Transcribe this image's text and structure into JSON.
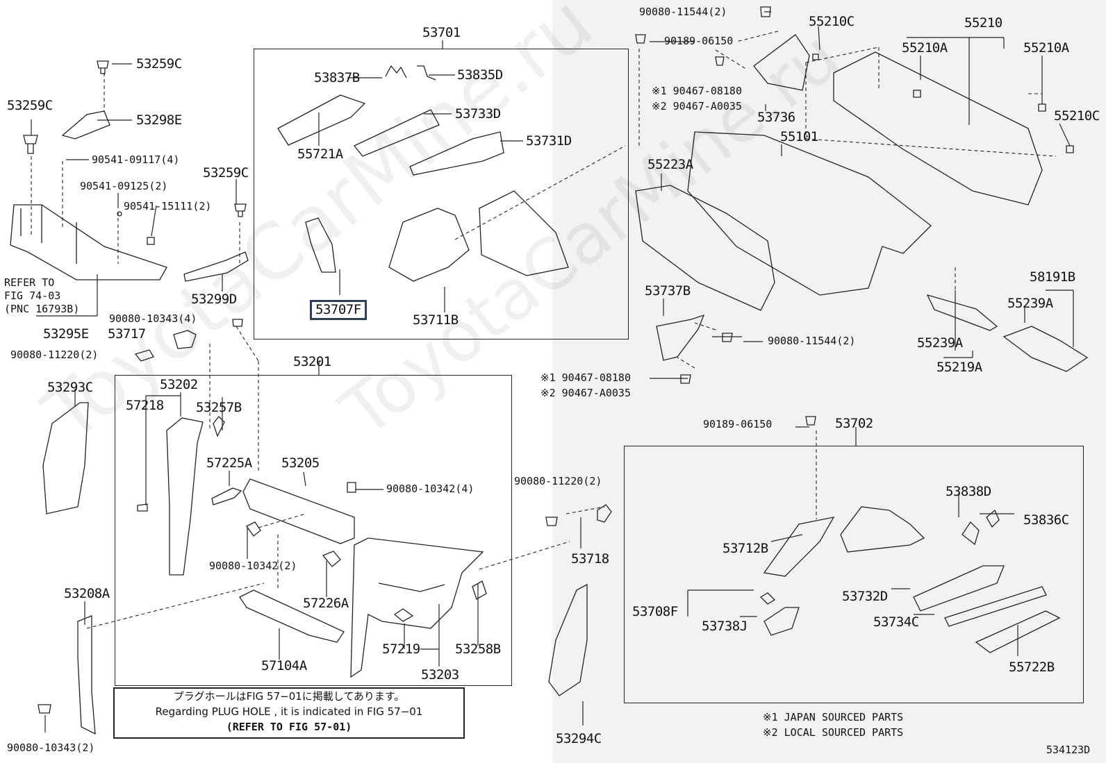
{
  "diagram_code": "534123D",
  "watermark": "ToyotaCarMine.ru",
  "note": {
    "line1": "プラグホールはFIG 57−01に掲載してあります。",
    "line2": "Regarding PLUG HOLE , it is indicated in FIG 57−01",
    "line3": "(REFER TO FIG 57-01)"
  },
  "legend": {
    "l1": "※1 JAPAN SOURCED PARTS",
    "l2": "※2 LOCAL SOURCED PARTS"
  },
  "refer": {
    "l1": "REFER TO",
    "l2": "FIG 74-03",
    "l3": "(PNC 16793B)"
  },
  "parts": {
    "p53701": "53701",
    "p53837B": "53837B",
    "p53835D": "53835D",
    "p53733D": "53733D",
    "p55721A": "55721A",
    "p53731D": "53731D",
    "p53707F": "53707F",
    "p53711B": "53711B",
    "p53259C_a": "53259C",
    "p53259C_b": "53259C",
    "p53259C_c": "53259C",
    "p53298E": "53298E",
    "p90541_09117": "90541-09117(4)",
    "p90541_09125": "90541-09125(2)",
    "p90541_15111": "90541-15111(2)",
    "p53299D": "53299D",
    "p53295E": "53295E",
    "p90080_10343_4": "90080-10343(4)",
    "p53717": "53717",
    "p90080_11220_a": "90080-11220(2)",
    "p53201": "53201",
    "p53293C": "53293C",
    "p53202": "53202",
    "p57218": "57218",
    "p53257B": "53257B",
    "p57225A": "57225A",
    "p53205": "53205",
    "p90080_10342_4": "90080-10342(4)",
    "p90080_10342_2": "90080-10342(2)",
    "p57226A": "57226A",
    "p53208A": "53208A",
    "p57104A": "57104A",
    "p57219": "57219",
    "p53203": "53203",
    "p53258B": "53258B",
    "p90080_10343_2": "90080-10343(2)",
    "p90080_11220_b": "90080-11220(2)",
    "p53718": "53718",
    "p53294C": "53294C",
    "p90080_11544_a": "90080-11544(2)",
    "p90189_06150_a": "90189-06150",
    "p55210C_a": "55210C",
    "p55210": "55210",
    "p55210A_a": "55210A",
    "p55210A_b": "55210A",
    "p90467_08180_a": "※1 90467-08180",
    "p90467_A0035_a": "※2 90467-A0035",
    "p53736": "53736",
    "p55210C_b": "55210C",
    "p55101": "55101",
    "p55223A": "55223A",
    "p53737B": "53737B",
    "p58191B": "58191B",
    "p55239A_a": "55239A",
    "p90080_11544_b": "90080-11544(2)",
    "p55239A_b": "55239A",
    "p55219A": "55219A",
    "p90467_08180_b": "※1 90467-08180",
    "p90467_A0035_b": "※2 90467-A0035",
    "p90189_06150_b": "90189-06150",
    "p53702": "53702",
    "p53838D": "53838D",
    "p53836C": "53836C",
    "p53712B": "53712B",
    "p53732D": "53732D",
    "p53708F": "53708F",
    "p53738J": "53738J",
    "p53734C": "53734C",
    "p55722B": "55722B"
  }
}
